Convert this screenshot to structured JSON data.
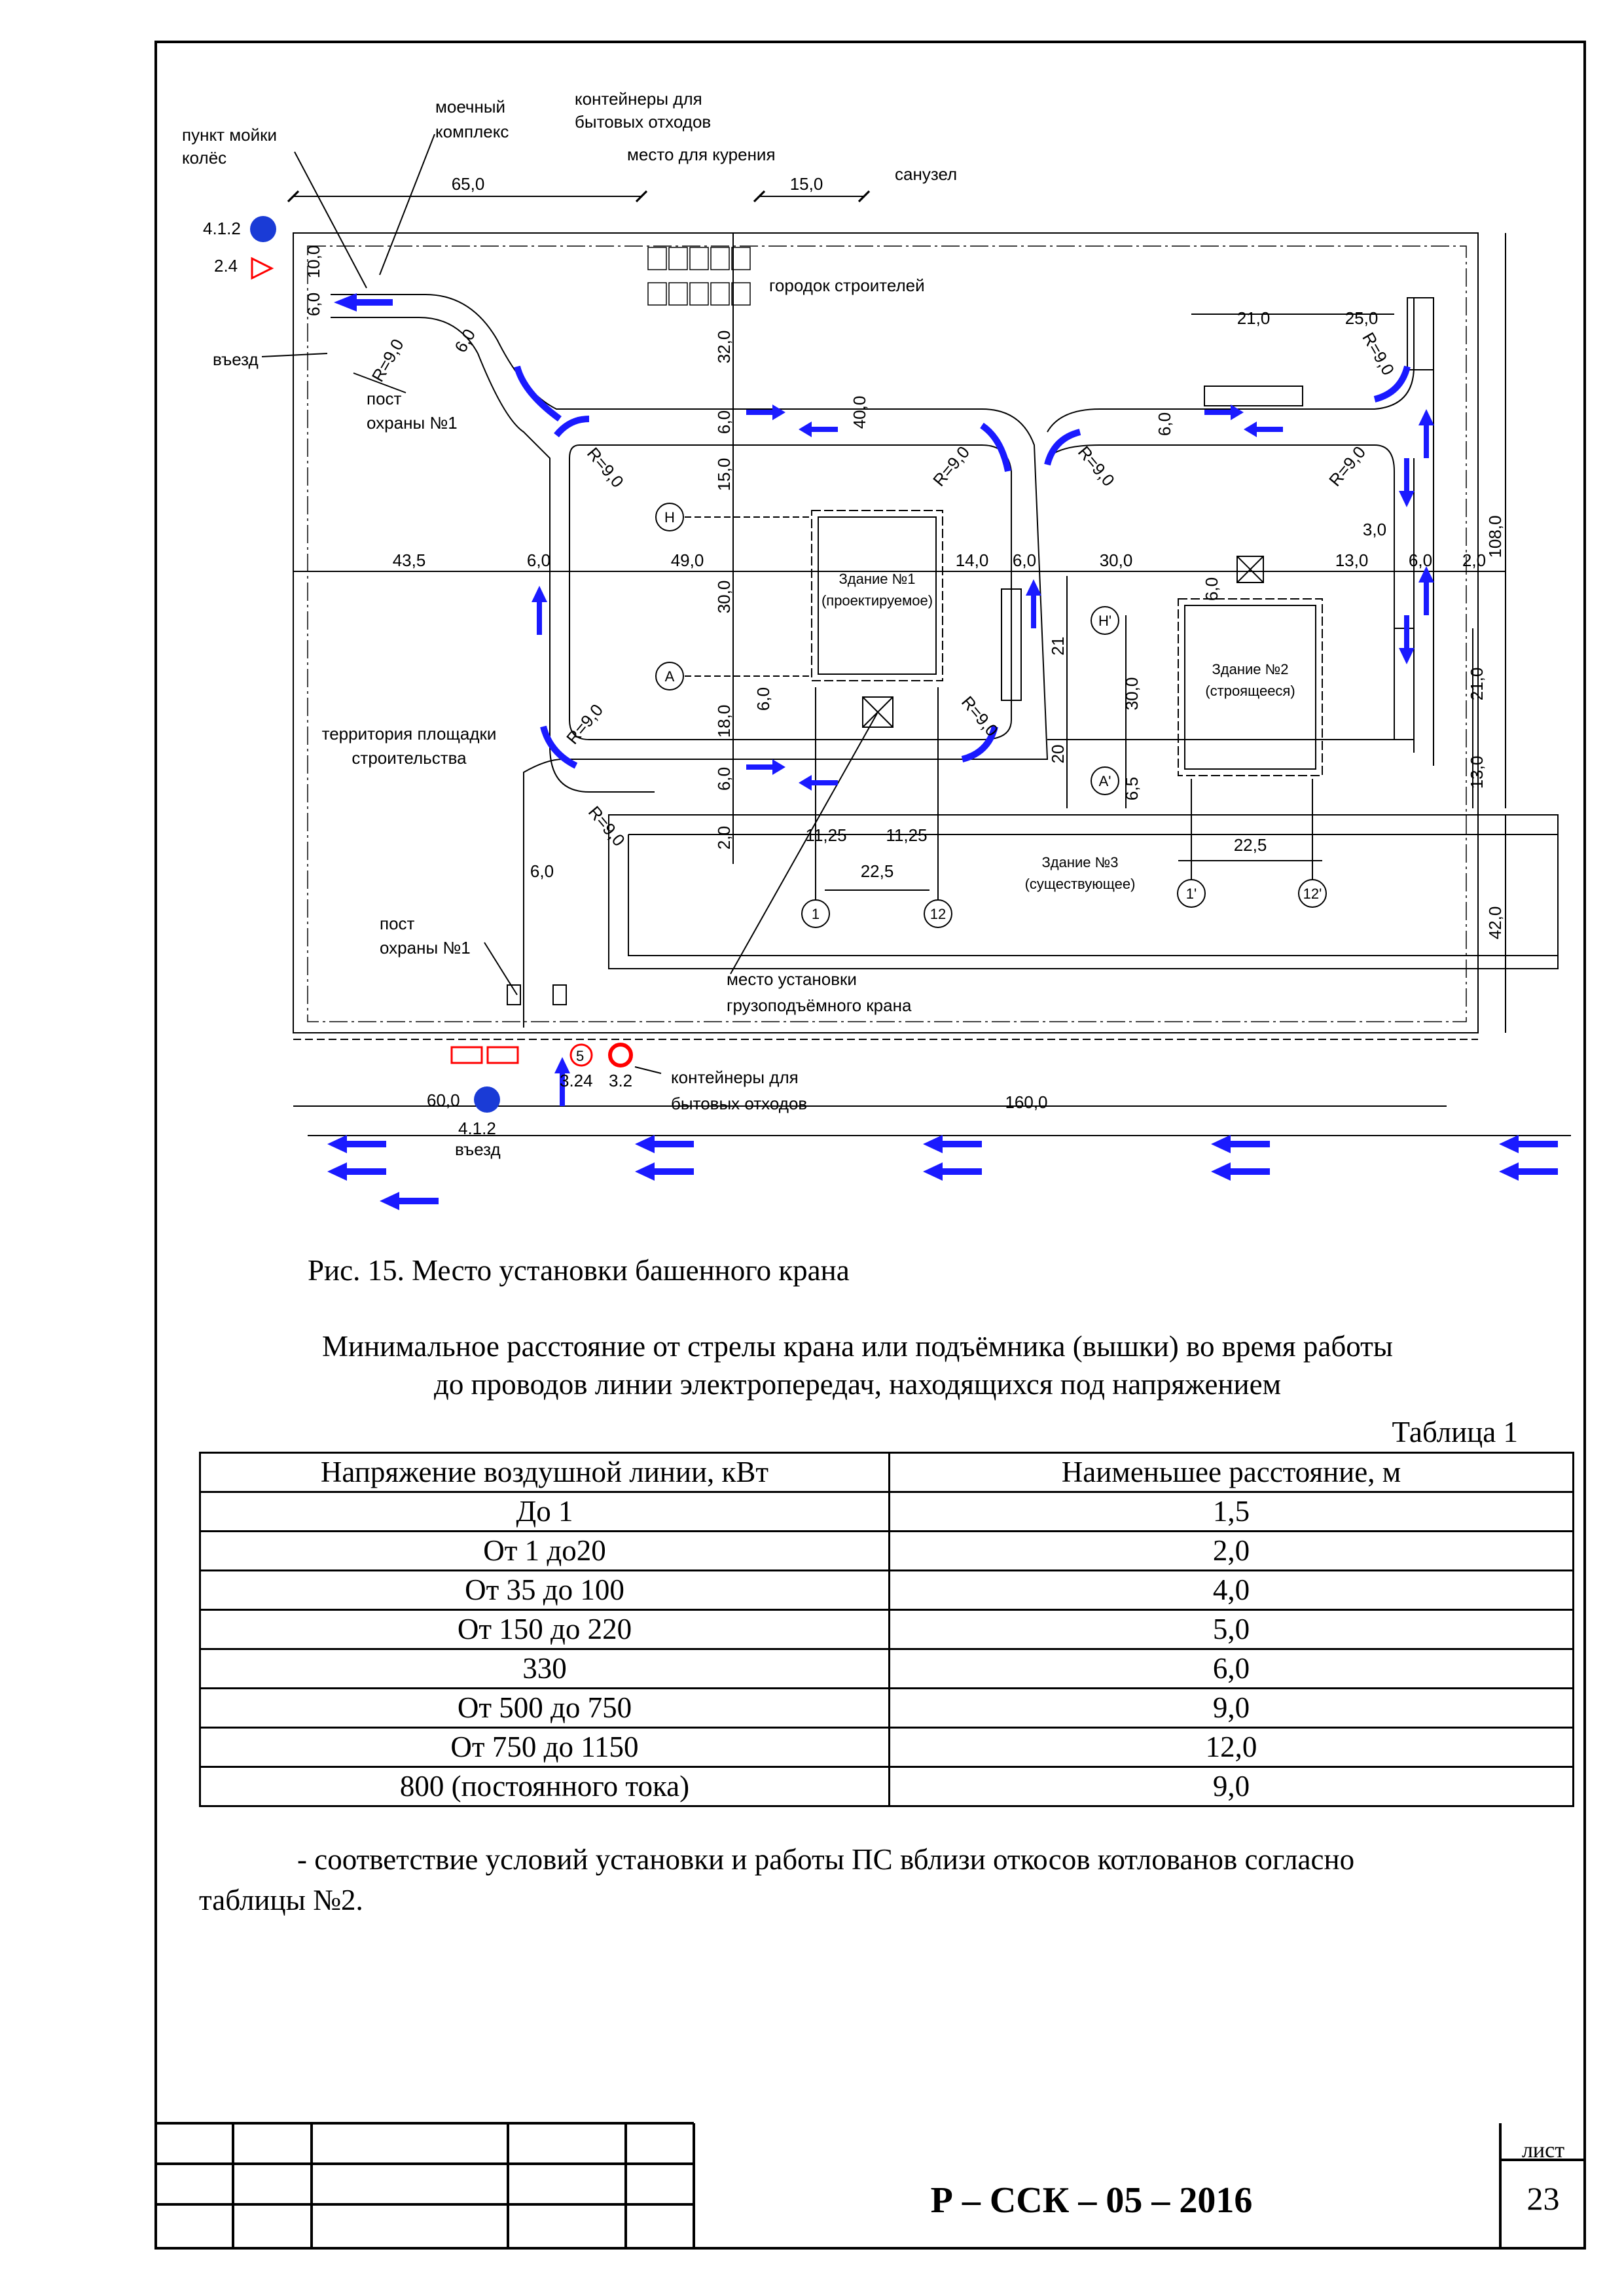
{
  "plan": {
    "labels": {
      "wheel_wash": [
        "пункт мойки",
        "колёс"
      ],
      "washing_complex": [
        "моечный",
        "комплекс"
      ],
      "containers_top": [
        "контейнеры для",
        "бытовых отходов"
      ],
      "smoking_place": "место для курения",
      "toilet": "санузел",
      "builders_town": "городок строителей",
      "entry_top": "въезд",
      "guard_post_top": [
        "пост",
        "охраны №1"
      ],
      "territory": [
        "территория площадки",
        "строительства"
      ],
      "building1": [
        "Здание №1",
        "(проектируемое)"
      ],
      "building2": [
        "Здание №2",
        "(строящееся)"
      ],
      "building3": [
        "Здание №3",
        "(существующее)"
      ],
      "guard_post_bottom": [
        "пост",
        "охраны №1"
      ],
      "crane_place": [
        "место установки",
        "грузоподъёмного крана"
      ],
      "containers_bottom": [
        "контейнеры для",
        "бытовых отходов"
      ],
      "entry_bottom": "въезд"
    },
    "signs": {
      "s412_top": "4.1.2",
      "s24": "2.4",
      "s60": "60,0",
      "s412_bottom": "4.1.2",
      "s324": "3.24",
      "s32": "3.2",
      "s5": "5"
    },
    "axes": {
      "H": "Н",
      "A": "А",
      "H1": "Н'",
      "A1": "А'",
      "n1": "1",
      "n12": "12",
      "n1p": "1'",
      "n12p": "12'"
    },
    "dimensions": {
      "d650": "65,0",
      "d150": "15,0",
      "d100": "10,0",
      "d60a": "6,0",
      "d60b": "6,0",
      "d320": "32,0",
      "d400": "40,0",
      "d60c": "6,0",
      "d150v": "15,0",
      "d210": "21,0",
      "d250": "25,0",
      "d60d": "6,0",
      "d435": "43,5",
      "d60e": "6,0",
      "d490": "49,0",
      "d140": "14,0",
      "d60f": "6,0",
      "d300": "30,0",
      "d130": "13,0",
      "d60g": "6,0",
      "d20": "2,0",
      "d30": "3,0",
      "d1080": "108,0",
      "d300v": "30,0",
      "d60h": "6,0",
      "d180": "18,0",
      "d60i": "6,0",
      "d20v": "2,0",
      "d21": "21",
      "d20b": "20",
      "d300b": "30,0",
      "d65": "6,5",
      "d60j": "6,0",
      "d210v": "21,0",
      "d130v": "13,0",
      "d1125a": "11,25",
      "d1125b": "11,25",
      "d225": "22,5",
      "d225b": "22,5",
      "d60k": "6,0",
      "d420": "42,0",
      "d1600": "160,0"
    },
    "radii": {
      "r1": "R=9,0",
      "r2": "R=9,0",
      "r3": "R=9,0",
      "r4": "R=9,0",
      "r5": "R=9,0",
      "r6": "R=9,0",
      "r7": "R=9,0",
      "r8": "R=9,0",
      "r9": "R=9,0"
    }
  },
  "caption": "Рис. 15. Место установки башенного крана",
  "heading": {
    "line1": "Минимальное расстояние от стрелы крана или подъёмника (вышки) во время работы",
    "line2": "до проводов линии электропередач, находящихся под напряжением"
  },
  "table_number": "Таблица 1",
  "table": {
    "headers": [
      "Напряжение воздушной линии, кВт",
      "Наименьшее расстояние, м"
    ],
    "rows": [
      [
        "До 1",
        "1,5"
      ],
      [
        "От 1 до20",
        "2,0"
      ],
      [
        "От 35 до 100",
        "4,0"
      ],
      [
        "От 150 до 220",
        "5,0"
      ],
      [
        "330",
        "6,0"
      ],
      [
        "От 500 до 750",
        "9,0"
      ],
      [
        "От 750 до 1150",
        "12,0"
      ],
      [
        "800 (постоянного тока)",
        "9,0"
      ]
    ]
  },
  "paragraph": {
    "line1": "- соответствие условий установки и работы ПС вблизи откосов котлованов согласно",
    "line2": "таблицы №2."
  },
  "stamp": {
    "code": "Р –  ССК – 05 – 2016",
    "sheet_label": "лист",
    "sheet_number": "23"
  },
  "colors": {
    "arrow": "#1a1aff",
    "sign_red": "#ff0000",
    "sign_blue": "#1a3bd6"
  }
}
